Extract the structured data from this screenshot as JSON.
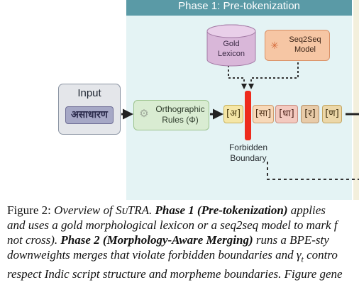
{
  "figure": {
    "phase_header": "Phase 1: Pre-tokenization",
    "input": {
      "title": "Input",
      "word": "असाधारण"
    },
    "orthographic": {
      "line1": "Orthographic",
      "line2": "Rules (Φ)"
    },
    "lexicon": {
      "line1": "Gold",
      "line2": "Lexicon"
    },
    "seq2seq": {
      "line1": "Seq2Seq",
      "line2": "Model"
    },
    "tokens": [
      "[अ]",
      "[सा]",
      "[धा]",
      "[र]",
      "[ण]"
    ],
    "boundary": {
      "line1": "Forbidden",
      "line2": "Boundary"
    },
    "colors": {
      "header": "#5a9aa6",
      "panel": "#e4f3f4",
      "boundary_bar": "#ee2b1c",
      "lexicon": "#d9b7d9",
      "seq2seq": "#f6c6a4"
    }
  },
  "caption": {
    "line1": {
      "prefix": "Figure 2:  ",
      "italic": "Overview of SᴜTRA. ",
      "bold": "Phase 1 (Pre-tokenization)",
      "rest": " applies"
    },
    "line2": "and uses a gold morphological lexicon or a seq2seq model to mark f",
    "line3": "not cross).  ",
    "line3_bold": "Phase 2 (Morphology-Aware Merging)",
    "line3_rest": " runs a BPE-sty",
    "line4": "downweights merges that violate forbidden boundaries and γ",
    "line4_sub": "t",
    "line4_rest": " contro",
    "line5": "respect Indic script structure and morpheme boundaries.  Figure gene"
  }
}
